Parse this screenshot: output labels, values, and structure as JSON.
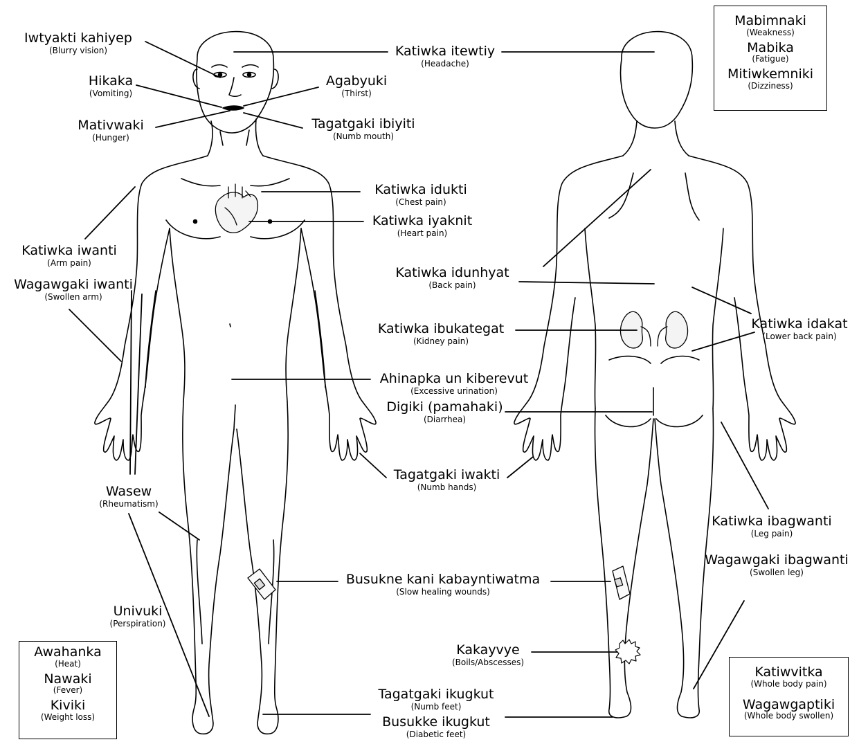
{
  "labels": [
    {
      "name": "blurry-vision",
      "t": "Iwtyakti kahiyep",
      "s": "(Blurry vision)"
    },
    {
      "name": "vomiting",
      "t": "Hikaka",
      "s": "(Vomiting)"
    },
    {
      "name": "hunger",
      "t": "Mativwaki",
      "s": "(Hunger)"
    },
    {
      "name": "headache",
      "t": "Katiwka itewtiy",
      "s": "(Headache)"
    },
    {
      "name": "thirst",
      "t": "Agabyuki",
      "s": "(Thirst)"
    },
    {
      "name": "numb-mouth",
      "t": "Tagatgaki ibiyiti",
      "s": "(Numb mouth)"
    },
    {
      "name": "chest-pain",
      "t": "Katiwka idukti",
      "s": "(Chest pain)"
    },
    {
      "name": "heart-pain",
      "t": "Katiwka iyaknit",
      "s": "(Heart pain)"
    },
    {
      "name": "arm-pain",
      "t": "Katiwka iwanti",
      "s": "(Arm pain)"
    },
    {
      "name": "swollen-arm",
      "t": "Wagawgaki iwanti",
      "s": "(Swollen arm)"
    },
    {
      "name": "back-pain",
      "t": "Katiwka idunhyat",
      "s": "(Back pain)"
    },
    {
      "name": "kidney-pain",
      "t": "Katiwka ibukategat",
      "s": "(Kidney pain)"
    },
    {
      "name": "lower-back-pain",
      "t": "Katiwka idakat",
      "s": "(Lower back pain)"
    },
    {
      "name": "excessive-urination",
      "t": "Ahinapka un kiberevut",
      "s": "(Excessive urination)"
    },
    {
      "name": "diarrhea",
      "t": "Digiki (pamahaki)",
      "s": "(Diarrhea)"
    },
    {
      "name": "numb-hands",
      "t": "Tagatgaki iwakti",
      "s": "(Numb hands)"
    },
    {
      "name": "rheumatism",
      "t": "Wasew",
      "s": "(Rheumatism)"
    },
    {
      "name": "leg-pain",
      "t": "Katiwka ibagwanti",
      "s": "(Leg pain)"
    },
    {
      "name": "swollen-leg",
      "t": "Wagawgaki ibagwanti",
      "s": "(Swollen leg)"
    },
    {
      "name": "slow-healing-wounds",
      "t": "Busukne kani kabayntiwatma",
      "s": "(Slow healing wounds)"
    },
    {
      "name": "perspiration",
      "t": "Univuki",
      "s": "(Perspiration)"
    },
    {
      "name": "boils",
      "t": "Kakayvye",
      "s": "(Boils/Abscesses)"
    },
    {
      "name": "numb-feet",
      "t": "Tagatgaki ikugkut",
      "s": "(Numb feet)"
    },
    {
      "name": "diabetic-feet",
      "t": "Busukke ikugkut",
      "s": "(Diabetic feet)"
    }
  ],
  "box_top_right": [
    {
      "t": "Mabimnaki",
      "s": "(Weakness)"
    },
    {
      "t": "Mabika",
      "s": "(Fatigue)"
    },
    {
      "t": "Mitiwkemniki",
      "s": "(Dizziness)"
    }
  ],
  "box_bottom_left": [
    {
      "t": "Awahanka",
      "s": "(Heat)"
    },
    {
      "t": "Nawaki",
      "s": "(Fever)"
    },
    {
      "t": "Kiviki",
      "s": "(Weight loss)"
    }
  ],
  "box_bottom_right": [
    {
      "t": "Katiwvitka",
      "s": "(Whole body pain)"
    },
    {
      "t": "Wagawgaptiki",
      "s": "(Whole body swollen)"
    }
  ],
  "icons": [
    "heart-icon",
    "kidneys-icon",
    "bandage-icon",
    "boil-icon"
  ]
}
